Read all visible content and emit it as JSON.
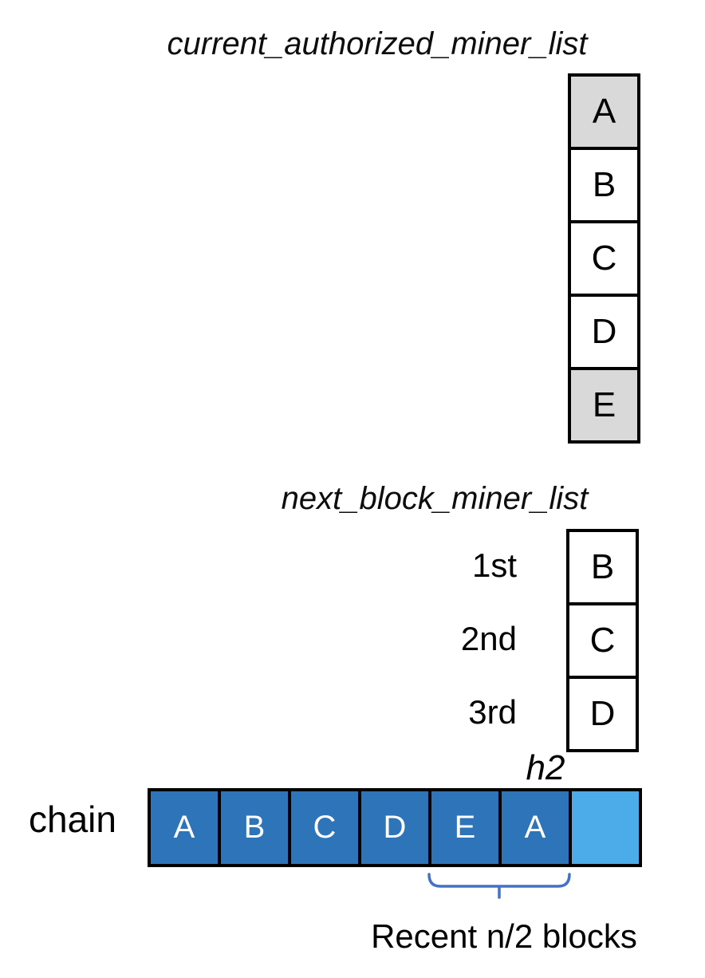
{
  "diagram": {
    "current_list": {
      "title": "current_authorized_miner_list",
      "items": [
        {
          "label": "A",
          "shaded": true
        },
        {
          "label": "B",
          "shaded": false
        },
        {
          "label": "C",
          "shaded": false
        },
        {
          "label": "D",
          "shaded": false
        },
        {
          "label": "E",
          "shaded": true
        }
      ]
    },
    "next_list": {
      "title": "next_block_miner_list",
      "rows": [
        {
          "order": "1st",
          "label": "B"
        },
        {
          "order": "2nd",
          "label": "C"
        },
        {
          "order": "3rd",
          "label": "D"
        }
      ]
    },
    "chain": {
      "label": "chain",
      "pointer_label": "h2",
      "blocks": [
        "A",
        "B",
        "C",
        "D",
        "E",
        "A"
      ],
      "empty_blocks": 1,
      "annotation": "Recent n/2 blocks"
    },
    "colors": {
      "shaded_box": "#D9D9D9",
      "chain_block_fill": "#2E74B8",
      "chain_empty_fill": "#4BACE9",
      "brace": "#4472C4",
      "border": "#000000",
      "chain_letter": "#FFFFFF",
      "text": "#000000"
    }
  }
}
